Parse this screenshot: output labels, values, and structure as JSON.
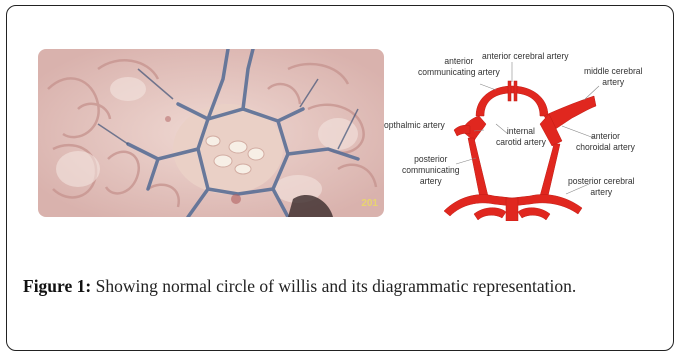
{
  "figure": {
    "photo_tag": "201",
    "diagram_labels": {
      "anterior_communicating": [
        "anterior",
        "communicating artery"
      ],
      "anterior_cerebral": "anterior cerebral artery",
      "middle_cerebral": [
        "middle cerebral",
        "artery"
      ],
      "opthalmic": "opthalmic artery",
      "internal_carotid": [
        "internal",
        "carotid artery"
      ],
      "anterior_choroidal": [
        "anterior",
        "choroidal artery"
      ],
      "posterior_communicating": [
        "posterior",
        "communicating",
        "artery"
      ],
      "posterior_cerebral": [
        "posterior cerebral",
        "artery"
      ]
    },
    "caption_label": "Figure 1:",
    "caption_text": " Showing normal circle of willis and its diagrammatic representation.",
    "colors": {
      "artery": "#e0271f",
      "vessel": "#5a6f96",
      "tissue": "#e7c7c2"
    }
  }
}
